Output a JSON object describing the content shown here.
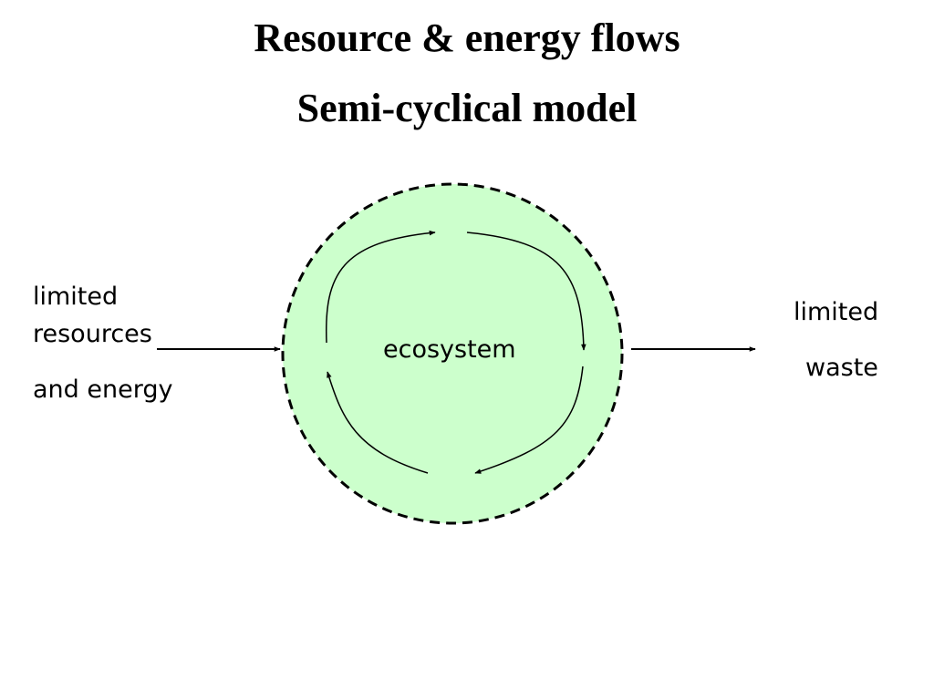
{
  "slide": {
    "title_line_1": "Resource & energy flows",
    "title_line_2": "Semi-cyclical model"
  },
  "diagram": {
    "center_label": "ecosystem",
    "input_label": {
      "line_1": "limited",
      "line_2": "resources",
      "line_3": "and energy"
    },
    "output_label": {
      "line_1": "limited",
      "line_2": "waste"
    },
    "circle_fill": "#ccffcc",
    "circle_stroke": "#000000",
    "circle_stroke_style": "dashed"
  }
}
